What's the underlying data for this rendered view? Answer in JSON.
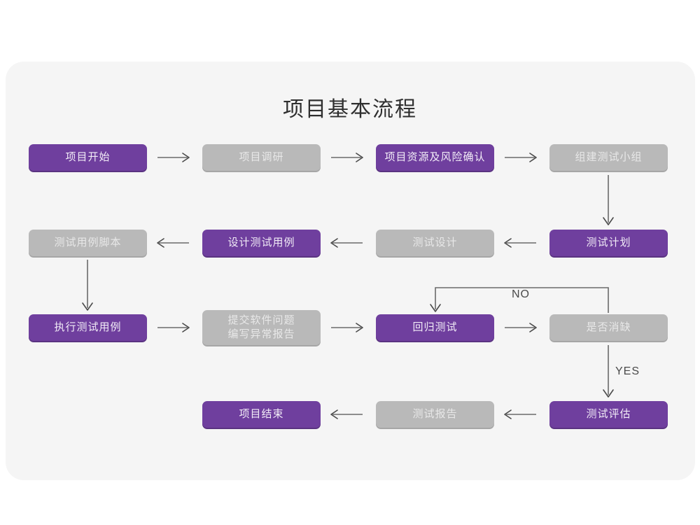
{
  "page": {
    "title": "项目基本流程",
    "background_color": "#ffffff",
    "panel_color": "#f5f5f5"
  },
  "palette": {
    "purple": "#6f3f9e",
    "purple_shadow": "#5a3381",
    "gray": "#b9b9b9",
    "gray_shadow": "#a6a6a6",
    "line": "#6b6b6b",
    "title_text": "#2f2f2f"
  },
  "chart_data": {
    "type": "diagram",
    "title": "项目基本流程",
    "nodes": [
      {
        "id": "n1",
        "label": "项目开始",
        "style": "purple",
        "row": 1,
        "col": 1
      },
      {
        "id": "n2",
        "label": "项目调研",
        "style": "gray",
        "row": 1,
        "col": 2
      },
      {
        "id": "n3",
        "label": "项目资源及风险确认",
        "style": "purple",
        "row": 1,
        "col": 3
      },
      {
        "id": "n4",
        "label": "组建测试小组",
        "style": "gray",
        "row": 1,
        "col": 4
      },
      {
        "id": "n5",
        "label": "测试用例脚本",
        "style": "gray",
        "row": 2,
        "col": 1
      },
      {
        "id": "n6",
        "label": "设计测试用例",
        "style": "purple",
        "row": 2,
        "col": 2
      },
      {
        "id": "n7",
        "label": "测试设计",
        "style": "gray",
        "row": 2,
        "col": 3
      },
      {
        "id": "n8",
        "label": "测试计划",
        "style": "purple",
        "row": 2,
        "col": 4
      },
      {
        "id": "n9",
        "label": "执行测试用例",
        "style": "purple",
        "row": 3,
        "col": 1
      },
      {
        "id": "n10",
        "label": "提交软件问题\n编写异常报告",
        "style": "gray",
        "row": 3,
        "col": 2
      },
      {
        "id": "n11",
        "label": "回归测试",
        "style": "purple",
        "row": 3,
        "col": 3
      },
      {
        "id": "n12",
        "label": "是否消缺",
        "style": "gray",
        "row": 3,
        "col": 4
      },
      {
        "id": "n13",
        "label": "项目结束",
        "style": "purple",
        "row": 4,
        "col": 2
      },
      {
        "id": "n14",
        "label": "测试报告",
        "style": "gray",
        "row": 4,
        "col": 3
      },
      {
        "id": "n15",
        "label": "测试评估",
        "style": "purple",
        "row": 4,
        "col": 4
      }
    ],
    "edges": [
      {
        "from": "n1",
        "to": "n2",
        "label": "",
        "direction": "right"
      },
      {
        "from": "n2",
        "to": "n3",
        "label": "",
        "direction": "right"
      },
      {
        "from": "n3",
        "to": "n4",
        "label": "",
        "direction": "right"
      },
      {
        "from": "n4",
        "to": "n8",
        "label": "",
        "direction": "down"
      },
      {
        "from": "n8",
        "to": "n7",
        "label": "",
        "direction": "left"
      },
      {
        "from": "n7",
        "to": "n6",
        "label": "",
        "direction": "left"
      },
      {
        "from": "n6",
        "to": "n5",
        "label": "",
        "direction": "left"
      },
      {
        "from": "n5",
        "to": "n9",
        "label": "",
        "direction": "down"
      },
      {
        "from": "n9",
        "to": "n10",
        "label": "",
        "direction": "right"
      },
      {
        "from": "n10",
        "to": "n11",
        "label": "",
        "direction": "right"
      },
      {
        "from": "n11",
        "to": "n12",
        "label": "",
        "direction": "right"
      },
      {
        "from": "n12",
        "to": "n11",
        "label": "NO",
        "direction": "loop-up-left"
      },
      {
        "from": "n12",
        "to": "n15",
        "label": "YES",
        "direction": "down"
      },
      {
        "from": "n15",
        "to": "n14",
        "label": "",
        "direction": "left"
      },
      {
        "from": "n14",
        "to": "n13",
        "label": "",
        "direction": "left"
      }
    ],
    "edge_labels": [
      "NO",
      "YES"
    ]
  },
  "labels": {
    "no": "NO",
    "yes": "YES"
  }
}
